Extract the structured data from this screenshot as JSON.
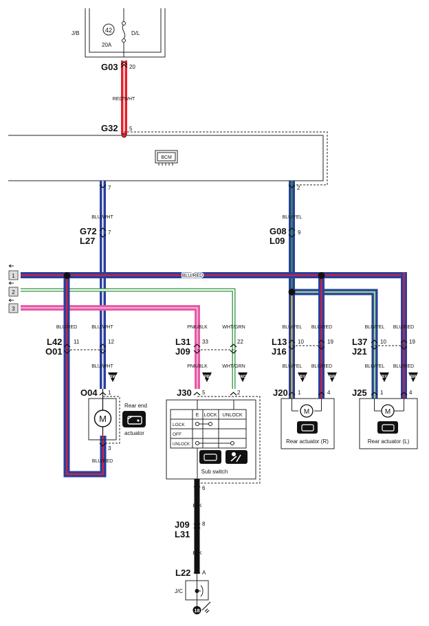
{
  "jb": {
    "label": "J/B",
    "fuse_number": "42",
    "fuse_name": "D/L",
    "fuse_rating": "20A"
  },
  "bcm": {
    "label": "BCM"
  },
  "connectors": {
    "g03": {
      "id": "G03",
      "pin": "20"
    },
    "g32": {
      "id": "G32",
      "pin": "5"
    },
    "bcm_pin7": "7",
    "bcm_pin2": "2",
    "g72": {
      "id": "G72",
      "pin": "7"
    },
    "l27": {
      "id": "L27"
    },
    "g08": {
      "id": "G08",
      "pin": "9"
    },
    "l09": {
      "id": "L09"
    },
    "l42": {
      "id": "L42",
      "pin_left": "11",
      "pin_right": "12"
    },
    "o01": {
      "id": "O01"
    },
    "l31a": {
      "id": "L31",
      "pin_left": "33",
      "pin_right": "22"
    },
    "j09a": {
      "id": "J09"
    },
    "l13": {
      "id": "L13",
      "pin_left": "10",
      "pin_right": "19"
    },
    "j16": {
      "id": "J16"
    },
    "l37": {
      "id": "L37",
      "pin_left": "10",
      "pin_right": "19"
    },
    "j21": {
      "id": "J21"
    },
    "o04": {
      "id": "O04",
      "pin_top": "1",
      "pin_bottom": "3"
    },
    "j30": {
      "id": "J30",
      "pin_left": "5",
      "pin_right": "2",
      "pin_bottom": "6"
    },
    "j20": {
      "id": "J20",
      "pin_left": "1",
      "pin_right": "4"
    },
    "j25": {
      "id": "J25",
      "pin_left": "1",
      "pin_right": "4"
    },
    "j09b": {
      "id": "J09",
      "pin": "8"
    },
    "l31b": {
      "id": "L31"
    },
    "l22": {
      "id": "L22",
      "pin": "A"
    }
  },
  "wires": {
    "red_wht": "RED/WHT",
    "blu_wht": "BLU/WHT",
    "blu_yel": "BLU/YEL",
    "blu_red": "BLU/RED",
    "pnk_blk": "PNK/BLK",
    "wht_grn": "WHT/GRN",
    "blk": "BLK"
  },
  "badges": {
    "bw": "BW",
    "pb": "PB",
    "wg": "WG",
    "by": "BY",
    "br": "BR"
  },
  "refs": {
    "r1": "1",
    "r2": "2",
    "r3": "3"
  },
  "components": {
    "rear_end_line1": "Rear end",
    "rear_end_line2": "actuator",
    "motor": "M",
    "rear_actuator_r": "Rear actuator (R)",
    "rear_actuator_l": "Rear actuator (L)",
    "sub_switch": "Sub switch",
    "jc": "J/C",
    "ground": "18"
  },
  "switch_table": {
    "headers": [
      "E",
      "LOCK",
      "UNLOCK"
    ],
    "rows": [
      "LOCK",
      "OFF",
      "UNLOCK"
    ]
  },
  "colors": {
    "red": "#e8202a",
    "blue": "#2a3f9e",
    "white": "#ffffff",
    "yellow": "#e6cf2a",
    "green": "#3f9a4a",
    "pink": "#e75aa7",
    "black": "#111111"
  }
}
